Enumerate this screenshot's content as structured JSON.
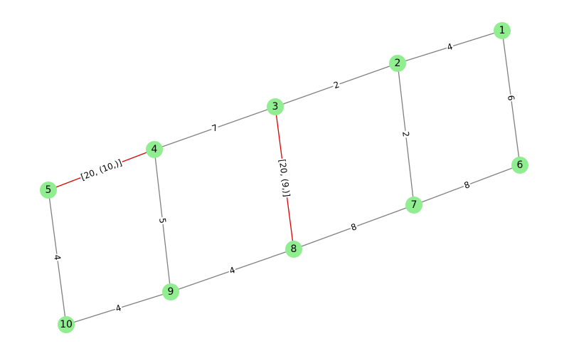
{
  "graph": {
    "node_color": "#90ee90",
    "edge_color": "#808080",
    "highlight_color": "#dd0000",
    "nodes": [
      {
        "id": "1",
        "label": "1"
      },
      {
        "id": "2",
        "label": "2"
      },
      {
        "id": "3",
        "label": "3"
      },
      {
        "id": "4",
        "label": "4"
      },
      {
        "id": "5",
        "label": "5"
      },
      {
        "id": "6",
        "label": "6"
      },
      {
        "id": "7",
        "label": "7"
      },
      {
        "id": "8",
        "label": "8"
      },
      {
        "id": "9",
        "label": "9"
      },
      {
        "id": "10",
        "label": "10"
      }
    ],
    "edges": [
      {
        "source": "1",
        "target": "2",
        "label": "4",
        "highlighted": false
      },
      {
        "source": "1",
        "target": "6",
        "label": "6",
        "highlighted": false
      },
      {
        "source": "2",
        "target": "3",
        "label": "2",
        "highlighted": false
      },
      {
        "source": "2",
        "target": "7",
        "label": "2",
        "highlighted": false
      },
      {
        "source": "3",
        "target": "4",
        "label": "7",
        "highlighted": false
      },
      {
        "source": "3",
        "target": "8",
        "label": "[20, (9,)]",
        "highlighted": true
      },
      {
        "source": "4",
        "target": "5",
        "label": "[20, (10,)]",
        "highlighted": true
      },
      {
        "source": "4",
        "target": "9",
        "label": "5",
        "highlighted": false
      },
      {
        "source": "5",
        "target": "10",
        "label": "4",
        "highlighted": false
      },
      {
        "source": "6",
        "target": "7",
        "label": "8",
        "highlighted": false
      },
      {
        "source": "7",
        "target": "8",
        "label": "8",
        "highlighted": false
      },
      {
        "source": "8",
        "target": "9",
        "label": "4",
        "highlighted": false
      },
      {
        "source": "9",
        "target": "10",
        "label": "4",
        "highlighted": false
      }
    ]
  }
}
